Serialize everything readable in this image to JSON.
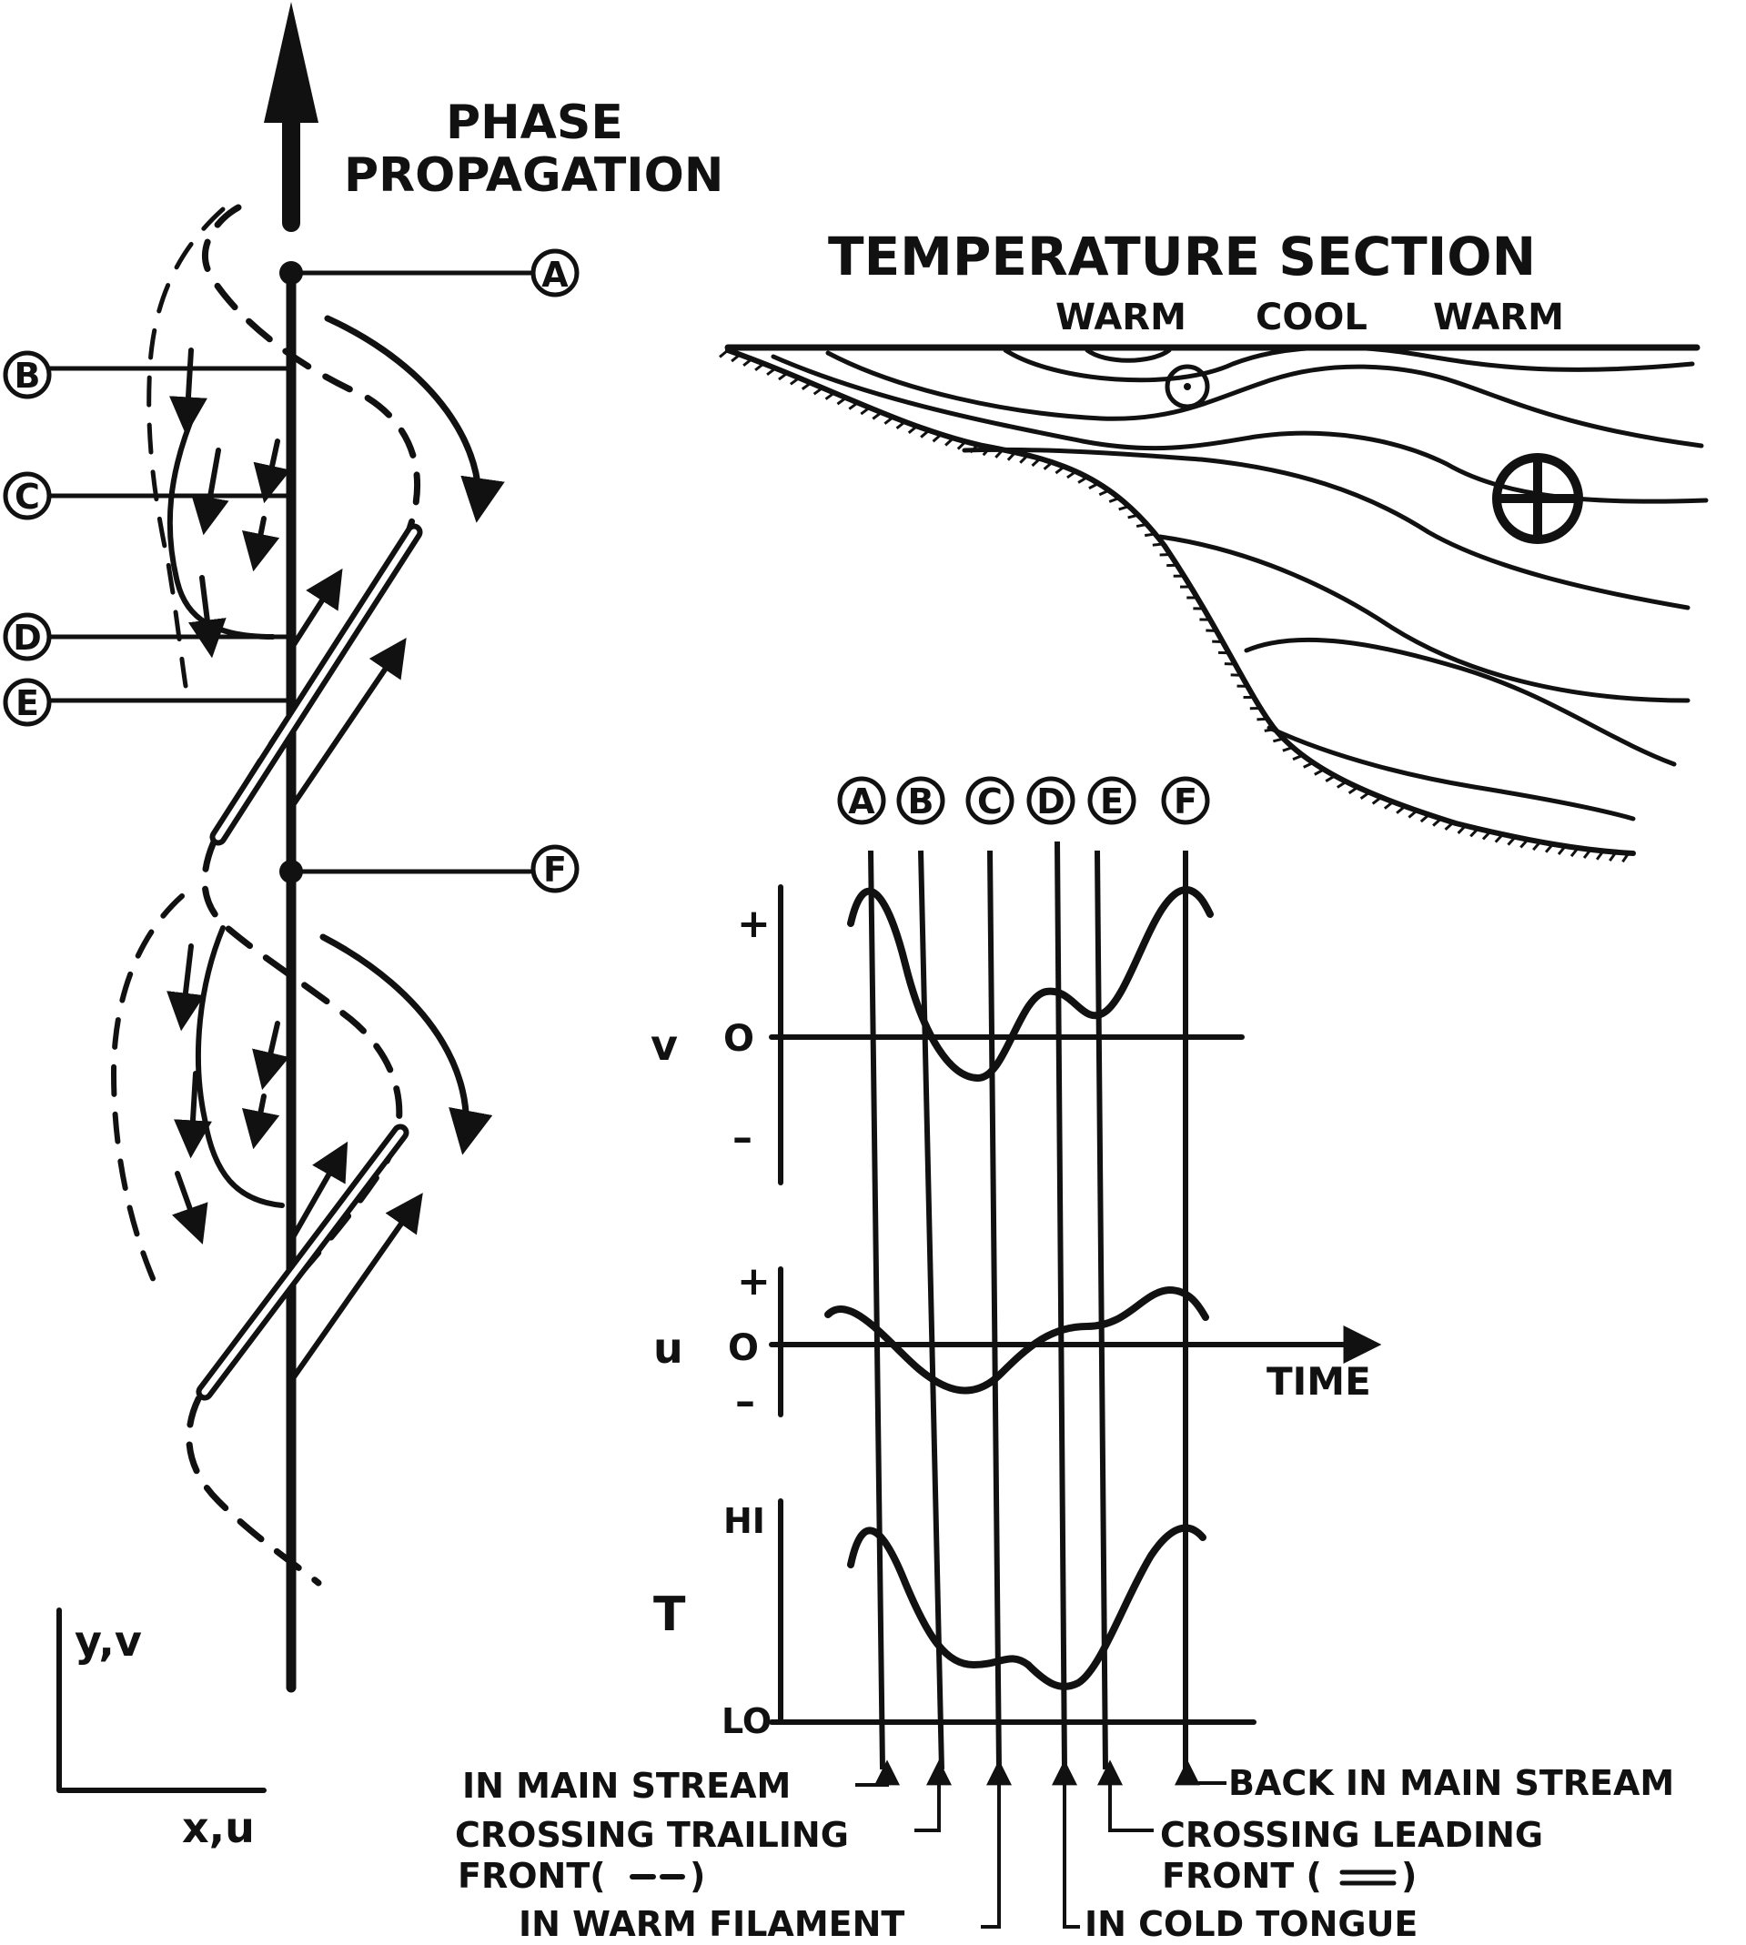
{
  "phase": {
    "line1": "PHASE",
    "line2": "PROPAGATION"
  },
  "markers": [
    "A",
    "B",
    "C",
    "D",
    "E",
    "F"
  ],
  "temperature_section": {
    "title": "TEMPERATURE SECTION",
    "labels": [
      "WARM",
      "COOL",
      "WARM"
    ]
  },
  "axes": {
    "y": "y,v",
    "x": "x,u"
  },
  "plots": {
    "v": {
      "label": "v",
      "ticks": [
        "+",
        "O",
        "–"
      ]
    },
    "u": {
      "label": "u",
      "ticks": [
        "+",
        "O",
        "–"
      ],
      "time": "TIME"
    },
    "t": {
      "label": "T",
      "ticks": [
        "HI",
        "LO"
      ]
    }
  },
  "annotations": {
    "main_stream": "IN MAIN STREAM",
    "trailing_1": "CROSSING TRAILING",
    "trailing_2": "FRONT(",
    "trailing_close": ")",
    "warm_filament": "IN WARM FILAMENT",
    "back_main": "BACK IN MAIN STREAM",
    "leading_1": "CROSSING LEADING",
    "leading_2": "FRONT (",
    "leading_close": ")",
    "cold_tongue": "IN COLD TONGUE"
  }
}
